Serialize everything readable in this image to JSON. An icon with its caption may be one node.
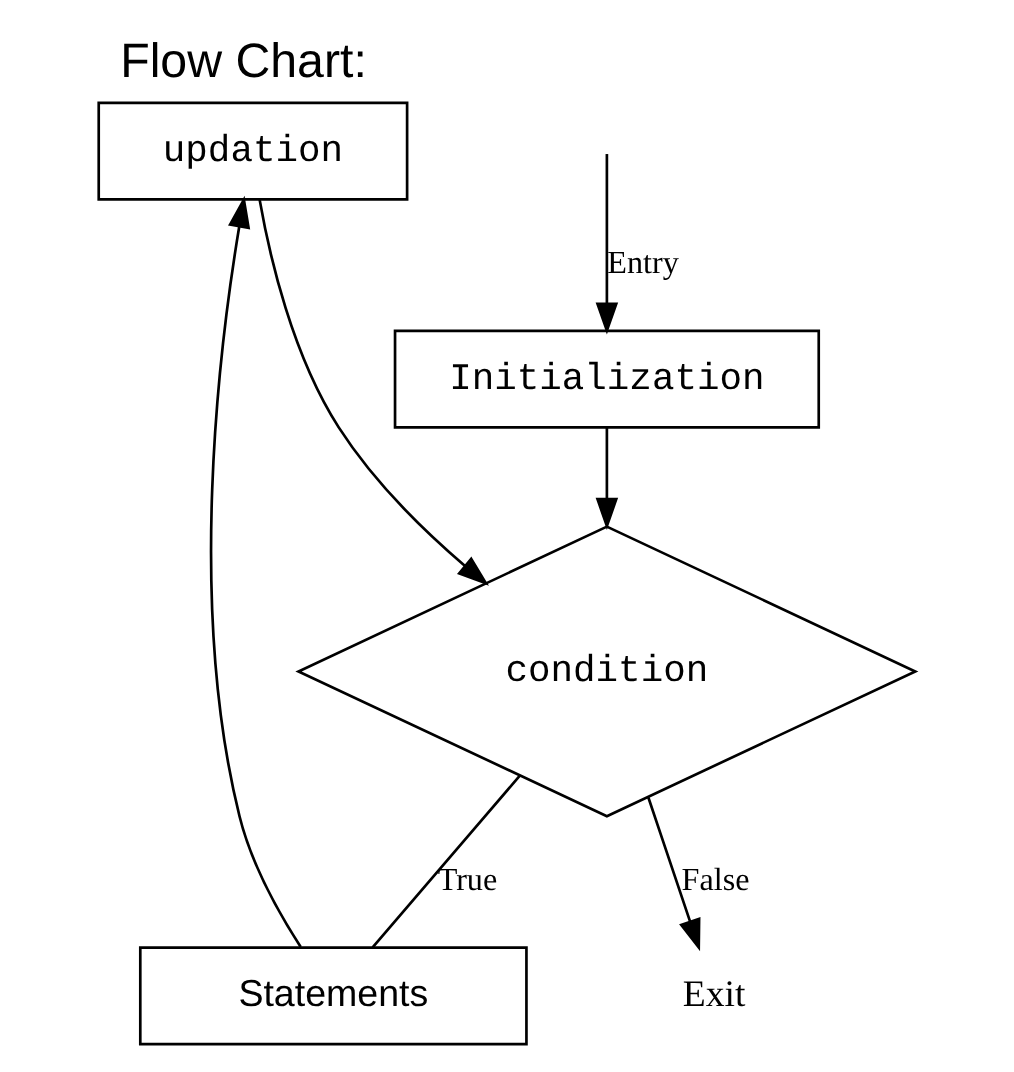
{
  "diagram": {
    "title": "Flow Chart:",
    "nodes": [
      {
        "text": [
          "Initialization"
        ]
      },
      {
        "text": [
          "condition"
        ]
      },
      {
        "text": [
          "Statements"
        ]
      },
      {
        "text": [
          "updation"
        ]
      },
      {
        "text": [
          "Exit"
        ]
      }
    ],
    "edges": [
      {
        "from": null,
        "to": 0,
        "arrow": "to",
        "label": "Entry"
      },
      {
        "from": 0,
        "to": 1,
        "arrow": "to"
      },
      {
        "from": 1,
        "to": 2,
        "arrow": "none",
        "label": "True"
      },
      {
        "from": 2,
        "to": 3,
        "arrow": "to"
      },
      {
        "from": 3,
        "to": 1,
        "arrow": "to"
      },
      {
        "from": 1,
        "to": 4,
        "arrow": "to",
        "label": "False"
      }
    ]
  }
}
